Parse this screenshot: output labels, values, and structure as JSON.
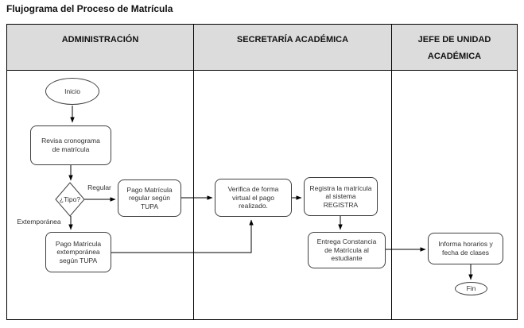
{
  "title": "Flujograma del Proceso de Matrícula",
  "lanes": [
    {
      "id": "administracion",
      "label": "ADMINISTRACIÓN"
    },
    {
      "id": "secretaria-academica",
      "label": "SECRETARÍA ACADÉMICA"
    },
    {
      "id": "jefe-unidad-academica",
      "label": "JEFE DE UNIDAD ACADÉMICA"
    }
  ],
  "nodes": {
    "inicio": "Inicio",
    "revisa": "Revisa cronograma\nde matrícula",
    "tipo": "¿Tipo?",
    "pago_regular": "Pago Matrícula\nregular según\nTUPA",
    "pago_extemporanea": "Pago Matrícula\nextemporánea\nsegún TUPA",
    "verifica": "Verifica de forma\nvirtual el pago\nrealizado.",
    "registra": "Registra la matrícula\nal sistema\nREGISTRA",
    "entrega": "Entrega Constancia\nde Matrícula al\nestudiante",
    "informa": "Informa horarios y\nfecha de clases",
    "fin": "Fin"
  },
  "edge_labels": {
    "regular": "Regular",
    "extemporanea": "Extemporánea"
  },
  "colors": {
    "header_bg": "#dcdcdc",
    "table_border": "#000000",
    "node_border": "#404040",
    "node_text": "#303030",
    "arrow": "#000000"
  }
}
